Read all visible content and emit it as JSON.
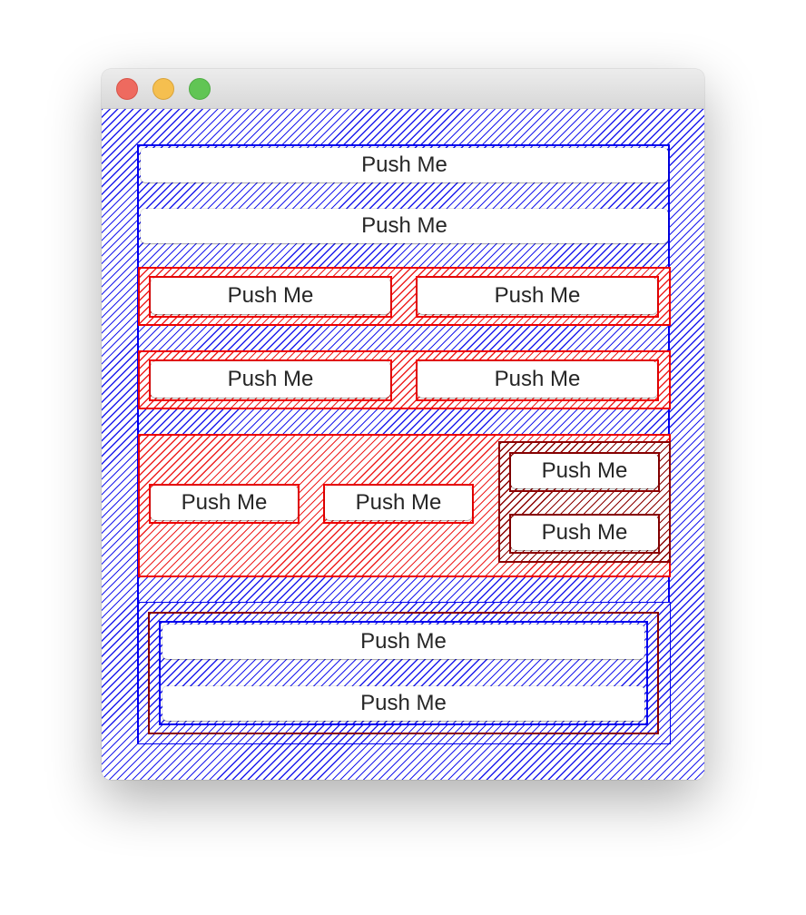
{
  "window": {
    "traffic_lights": [
      "close",
      "minimize",
      "zoom"
    ]
  },
  "colors": {
    "outer_hatch": "#1d1ded",
    "red_hatch": "#ee2020",
    "dark_red_hatch": "#8b0000",
    "blue_border": "#0000ee",
    "red_border": "#ee0000",
    "dark_red_border": "#8b0000"
  },
  "buttons": {
    "b1": "Push Me",
    "b2": "Push Me",
    "row1_left": "Push Me",
    "row1_right": "Push Me",
    "row2_left": "Push Me",
    "row2_right": "Push Me",
    "row3_left": "Push Me",
    "row3_middle": "Push Me",
    "row3_stack_top": "Push Me",
    "row3_stack_bottom": "Push Me",
    "nested_top": "Push Me",
    "nested_bottom": "Push Me"
  }
}
